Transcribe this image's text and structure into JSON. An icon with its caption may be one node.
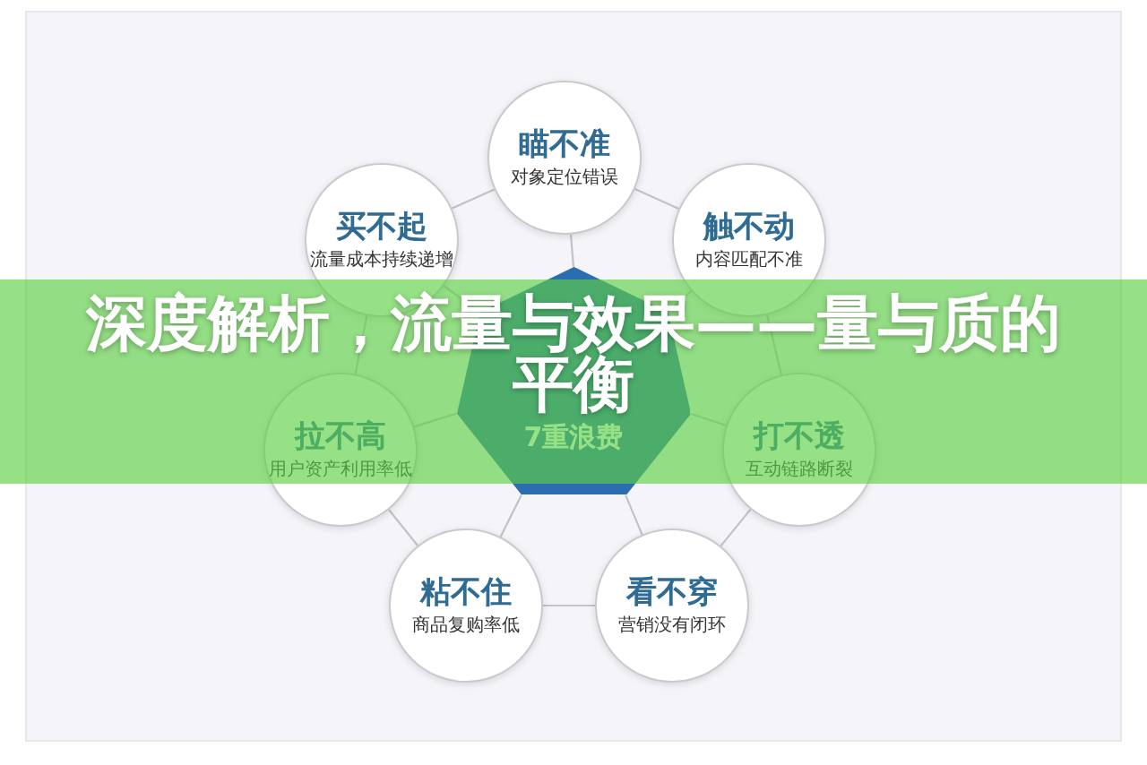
{
  "diagram": {
    "title": "深度解析，流量与效果——量与质的平衡",
    "nodes": [
      {
        "text": [
          "瞄不准",
          "对象定位错误"
        ]
      },
      {
        "text": [
          "买不起",
          "流量成本持续递增"
        ]
      },
      {
        "text": [
          "触不动",
          "内容匹配不准"
        ]
      },
      {
        "text": [
          "7重浪费"
        ]
      },
      {
        "text": [
          "拉不高",
          "用户资产利用率低"
        ]
      },
      {
        "text": [
          "打不透",
          "互动链路断裂"
        ]
      },
      {
        "text": [
          "粘不住",
          "商品复购率低"
        ]
      },
      {
        "text": [
          "看不穿",
          "营销没有闭环"
        ]
      }
    ],
    "edges": [
      {
        "from": 3,
        "to": 0,
        "arrow": "none"
      },
      {
        "from": 3,
        "to": 1,
        "arrow": "none"
      },
      {
        "from": 3,
        "to": 2,
        "arrow": "none"
      },
      {
        "from": 3,
        "to": 4,
        "arrow": "none"
      },
      {
        "from": 3,
        "to": 5,
        "arrow": "none"
      },
      {
        "from": 3,
        "to": 6,
        "arrow": "none"
      },
      {
        "from": 3,
        "to": 7,
        "arrow": "none"
      },
      {
        "from": 0,
        "to": 2,
        "arrow": "none"
      },
      {
        "from": 2,
        "to": 5,
        "arrow": "none"
      },
      {
        "from": 5,
        "to": 7,
        "arrow": "none"
      },
      {
        "from": 7,
        "to": 6,
        "arrow": "none"
      },
      {
        "from": 6,
        "to": 4,
        "arrow": "none"
      },
      {
        "from": 4,
        "to": 1,
        "arrow": "none"
      },
      {
        "from": 1,
        "to": 0,
        "arrow": "none"
      }
    ]
  }
}
